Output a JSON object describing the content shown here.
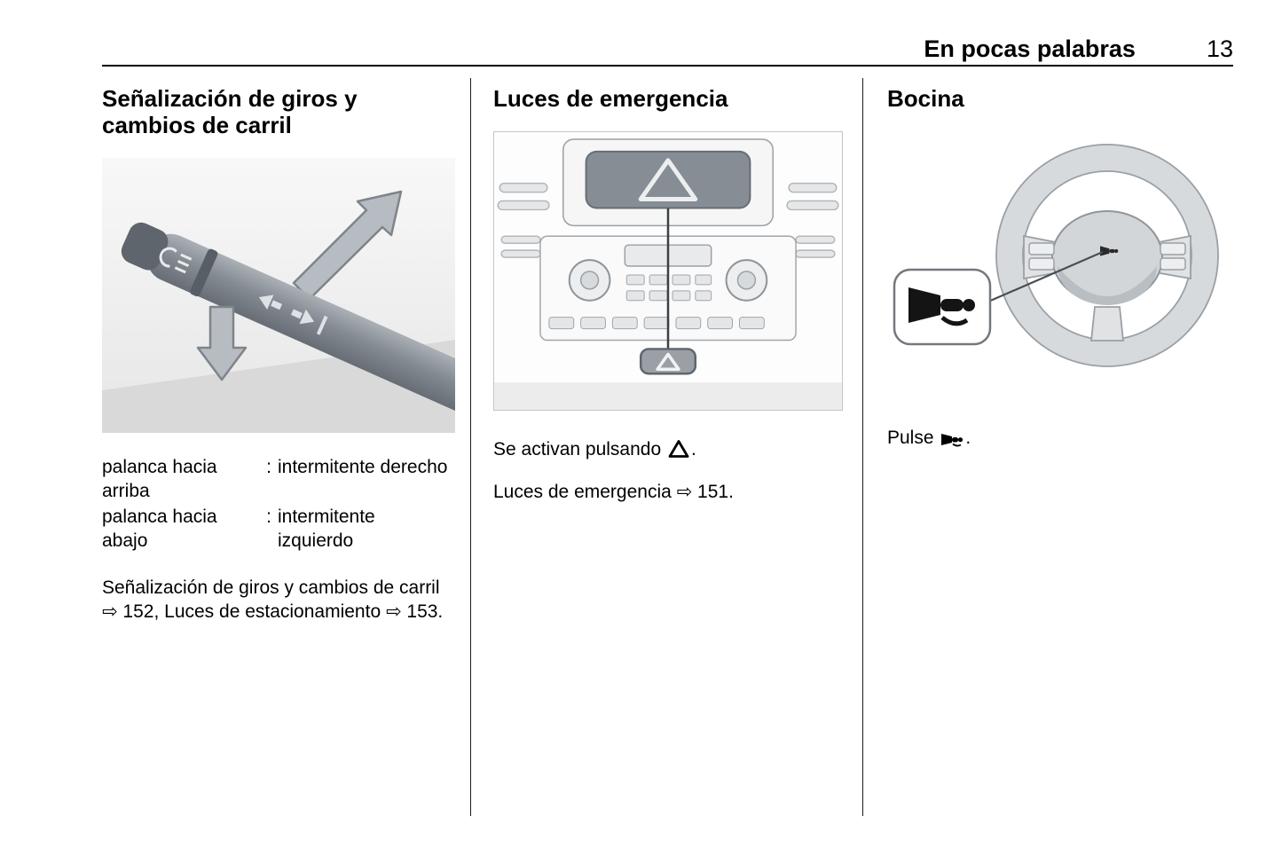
{
  "header": {
    "section_title": "En pocas palabras",
    "page_number": "13"
  },
  "turn_signals": {
    "heading": "Señalización de giros y cambios de carril",
    "table": [
      {
        "term": "palanca hacia arriba",
        "colon": ":",
        "desc": "intermitente derecho"
      },
      {
        "term": "palanca hacia abajo",
        "colon": ":",
        "desc": "intermitente izquierdo"
      }
    ],
    "reference": "Señalización de giros y cambios de carril ⇨ 152, Luces de estacionamiento ⇨ 153."
  },
  "hazard": {
    "heading": "Luces de emergencia",
    "activation_prefix": "Se activan pulsando",
    "activation_suffix": ".",
    "reference": "Luces de emergencia ⇨ 151."
  },
  "horn": {
    "heading": "Bocina",
    "instruction_prefix": "Pulse",
    "instruction_suffix": "."
  },
  "colors": {
    "lever_gray": "#848b92",
    "arrow_gray": "#b6bcc2",
    "panel_gray": "#d7dadd",
    "line_black": "#1a1a1a"
  }
}
